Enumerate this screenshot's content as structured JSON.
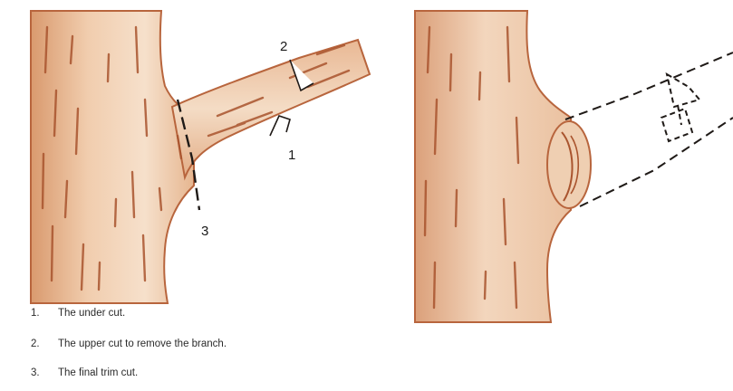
{
  "cut_labels": {
    "upper": "2",
    "under": "1",
    "final": "3"
  },
  "captions": [
    {
      "number": "1.",
      "text": "The under cut."
    },
    {
      "number": "2.",
      "text": "The upper cut to remove the branch."
    },
    {
      "number": "3.",
      "text": "The final trim cut."
    }
  ],
  "colors": {
    "bark": "#e2b08a",
    "bark_dark": "#b8653d",
    "bark_light": "#f4dcc4",
    "ink": "#1f1a17"
  }
}
